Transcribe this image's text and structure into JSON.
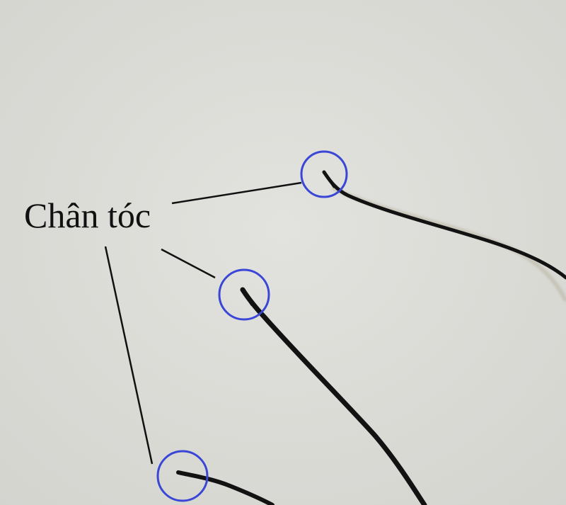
{
  "annotation": {
    "label": "Chân tóc"
  },
  "colors": {
    "background": "#dcdcd8",
    "hair": "#121212",
    "circle": "#3a46d6",
    "leader_line": "#111111"
  },
  "markers": [
    {
      "name": "hair-root-top",
      "shape": "circle"
    },
    {
      "name": "hair-root-middle",
      "shape": "circle"
    },
    {
      "name": "hair-root-bottom",
      "shape": "circle"
    }
  ]
}
